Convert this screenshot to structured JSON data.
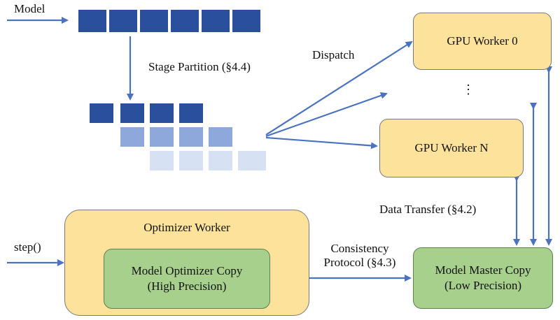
{
  "labels": {
    "model_input": "Model",
    "stage_partition": "Stage Partition (§4.4)",
    "dispatch": "Dispatch",
    "ellipsis": "⋮",
    "data_transfer": "Data Transfer (§4.2)",
    "consistency_line1": "Consistency",
    "consistency_line2": "Protocol (§4.3)",
    "step_input": "step()"
  },
  "boxes": {
    "gpu_worker_0": "GPU Worker 0",
    "gpu_worker_n": "GPU Worker N",
    "optimizer_worker": "Optimizer Worker",
    "optimizer_copy_line1": "Model Optimizer Copy",
    "optimizer_copy_line2": "(High Precision)",
    "master_copy_line1": "Model Master Copy",
    "master_copy_line2": "(Low Precision)"
  },
  "colors": {
    "dark_blue": "#2a4f9c",
    "mid_blue": "#8ea8dc",
    "light_blue": "#d6e1f4",
    "arrow_blue": "#4a72c0",
    "gpu_fill": "#fce29a",
    "green_fill": "#a8d08d"
  },
  "partitions": {
    "unpartitioned_blocks": 6,
    "stage_rows": [
      {
        "blocks": 4,
        "shade": "dark"
      },
      {
        "blocks": 4,
        "shade": "mid"
      },
      {
        "blocks": 4,
        "shade": "light"
      }
    ]
  }
}
